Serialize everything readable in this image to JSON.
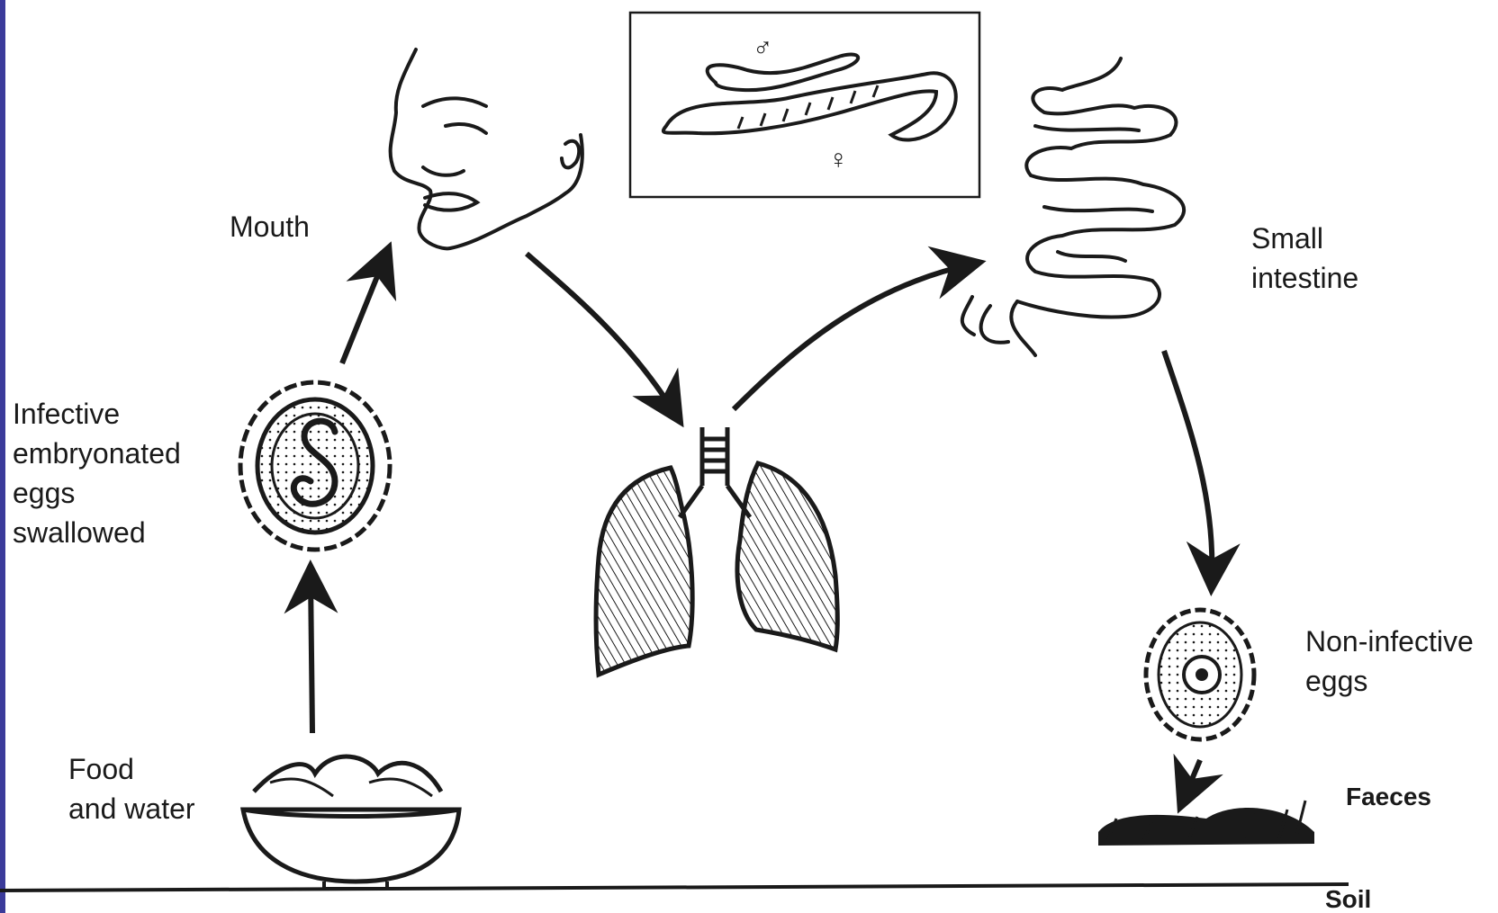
{
  "labels": {
    "mouth": "Mouth",
    "infective_eggs": "Infective\nembryonated\neggs\nswallowed",
    "food_water": "Food\nand water",
    "small_intestine": "Small\nintestine",
    "non_infective_eggs": "Non-infective\neggs",
    "faeces": "Faeces",
    "soil": "Soil"
  },
  "symbols": {
    "male": "♂",
    "female": "♀"
  },
  "colors": {
    "ink": "#1a1a1a",
    "background": "#ffffff",
    "left_border": "#3b3b9a"
  }
}
